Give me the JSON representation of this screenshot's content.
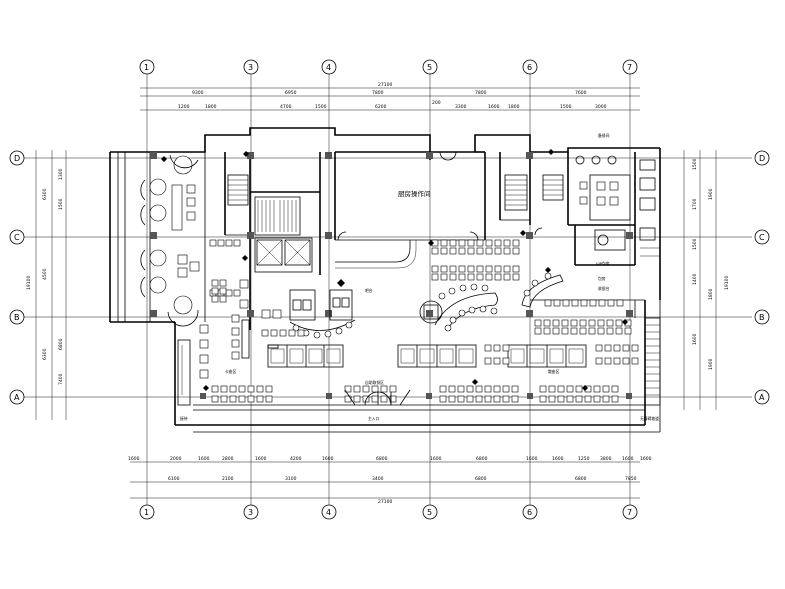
{
  "plan": {
    "grid_columns": [
      "1",
      "3",
      "4",
      "5",
      "6",
      "7"
    ],
    "grid_rows": [
      "D",
      "C",
      "B",
      "A"
    ],
    "top_dims_overall": "27100",
    "top_dims_mid": [
      "9300",
      "6950",
      "7800",
      "7800",
      "7600"
    ],
    "top_dims_detail": [
      "1200",
      "1800",
      "4700",
      "1500",
      "200",
      "6200",
      "3300",
      "1600",
      "1800",
      "1500",
      "3000"
    ],
    "bottom_dims_overall": "27100",
    "bottom_dims_mid": [
      "6100",
      "2100",
      "3100",
      "3400",
      "6800",
      "6800",
      "7850"
    ],
    "bottom_dims_detail": [
      "1600",
      "2000",
      "1600",
      "2800",
      "1600",
      "4200",
      "1600",
      "6800",
      "1600",
      "6800",
      "1600",
      "1600",
      "1250",
      "3800",
      "1600",
      "1600"
    ],
    "left_dims": [
      "19100",
      "6300",
      "4500",
      "6300",
      "1300",
      "1500",
      "6800",
      "7400"
    ],
    "right_dims": [
      "19100",
      "1900",
      "1800",
      "1900",
      "1500",
      "1700",
      "1500",
      "1400",
      "1600"
    ],
    "room_labels": {
      "kitchen": "厨房操作间",
      "entrance": "主入口",
      "bar": "吧台",
      "reception": "接待",
      "cashier": "收银台",
      "private_rooms": "包房",
      "ramp_note": "无障碍坡道",
      "note_mid": "自助取餐区",
      "note_left": "卡座区",
      "note_right": "散座区",
      "note_room": "VIP包房",
      "note_kitchen2": "备餐间"
    }
  }
}
